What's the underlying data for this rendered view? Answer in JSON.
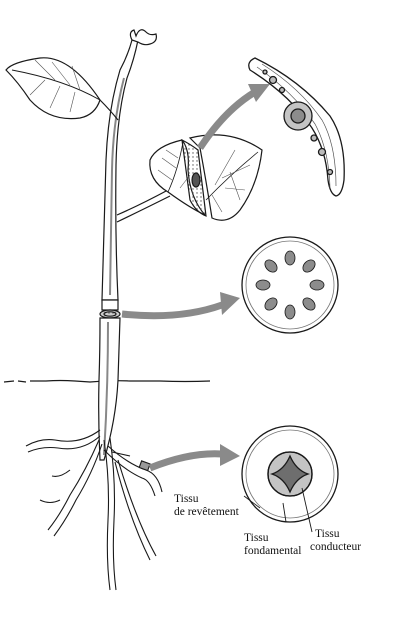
{
  "labels": {
    "tissu_revetement_1": "Tissu",
    "tissu_revetement_2": "de revêtement",
    "tissu_fondamental_1": "Tissu",
    "tissu_fondamental_2": "fondamental",
    "tissu_conducteur_1": "Tissu",
    "tissu_conducteur_2": "conducteur"
  },
  "colors": {
    "ink": "#1a1a1a",
    "shade": "#8c8c8c",
    "light_shade": "#c4c4c4",
    "arrow": "#8a8a8a",
    "background": "#ffffff"
  }
}
